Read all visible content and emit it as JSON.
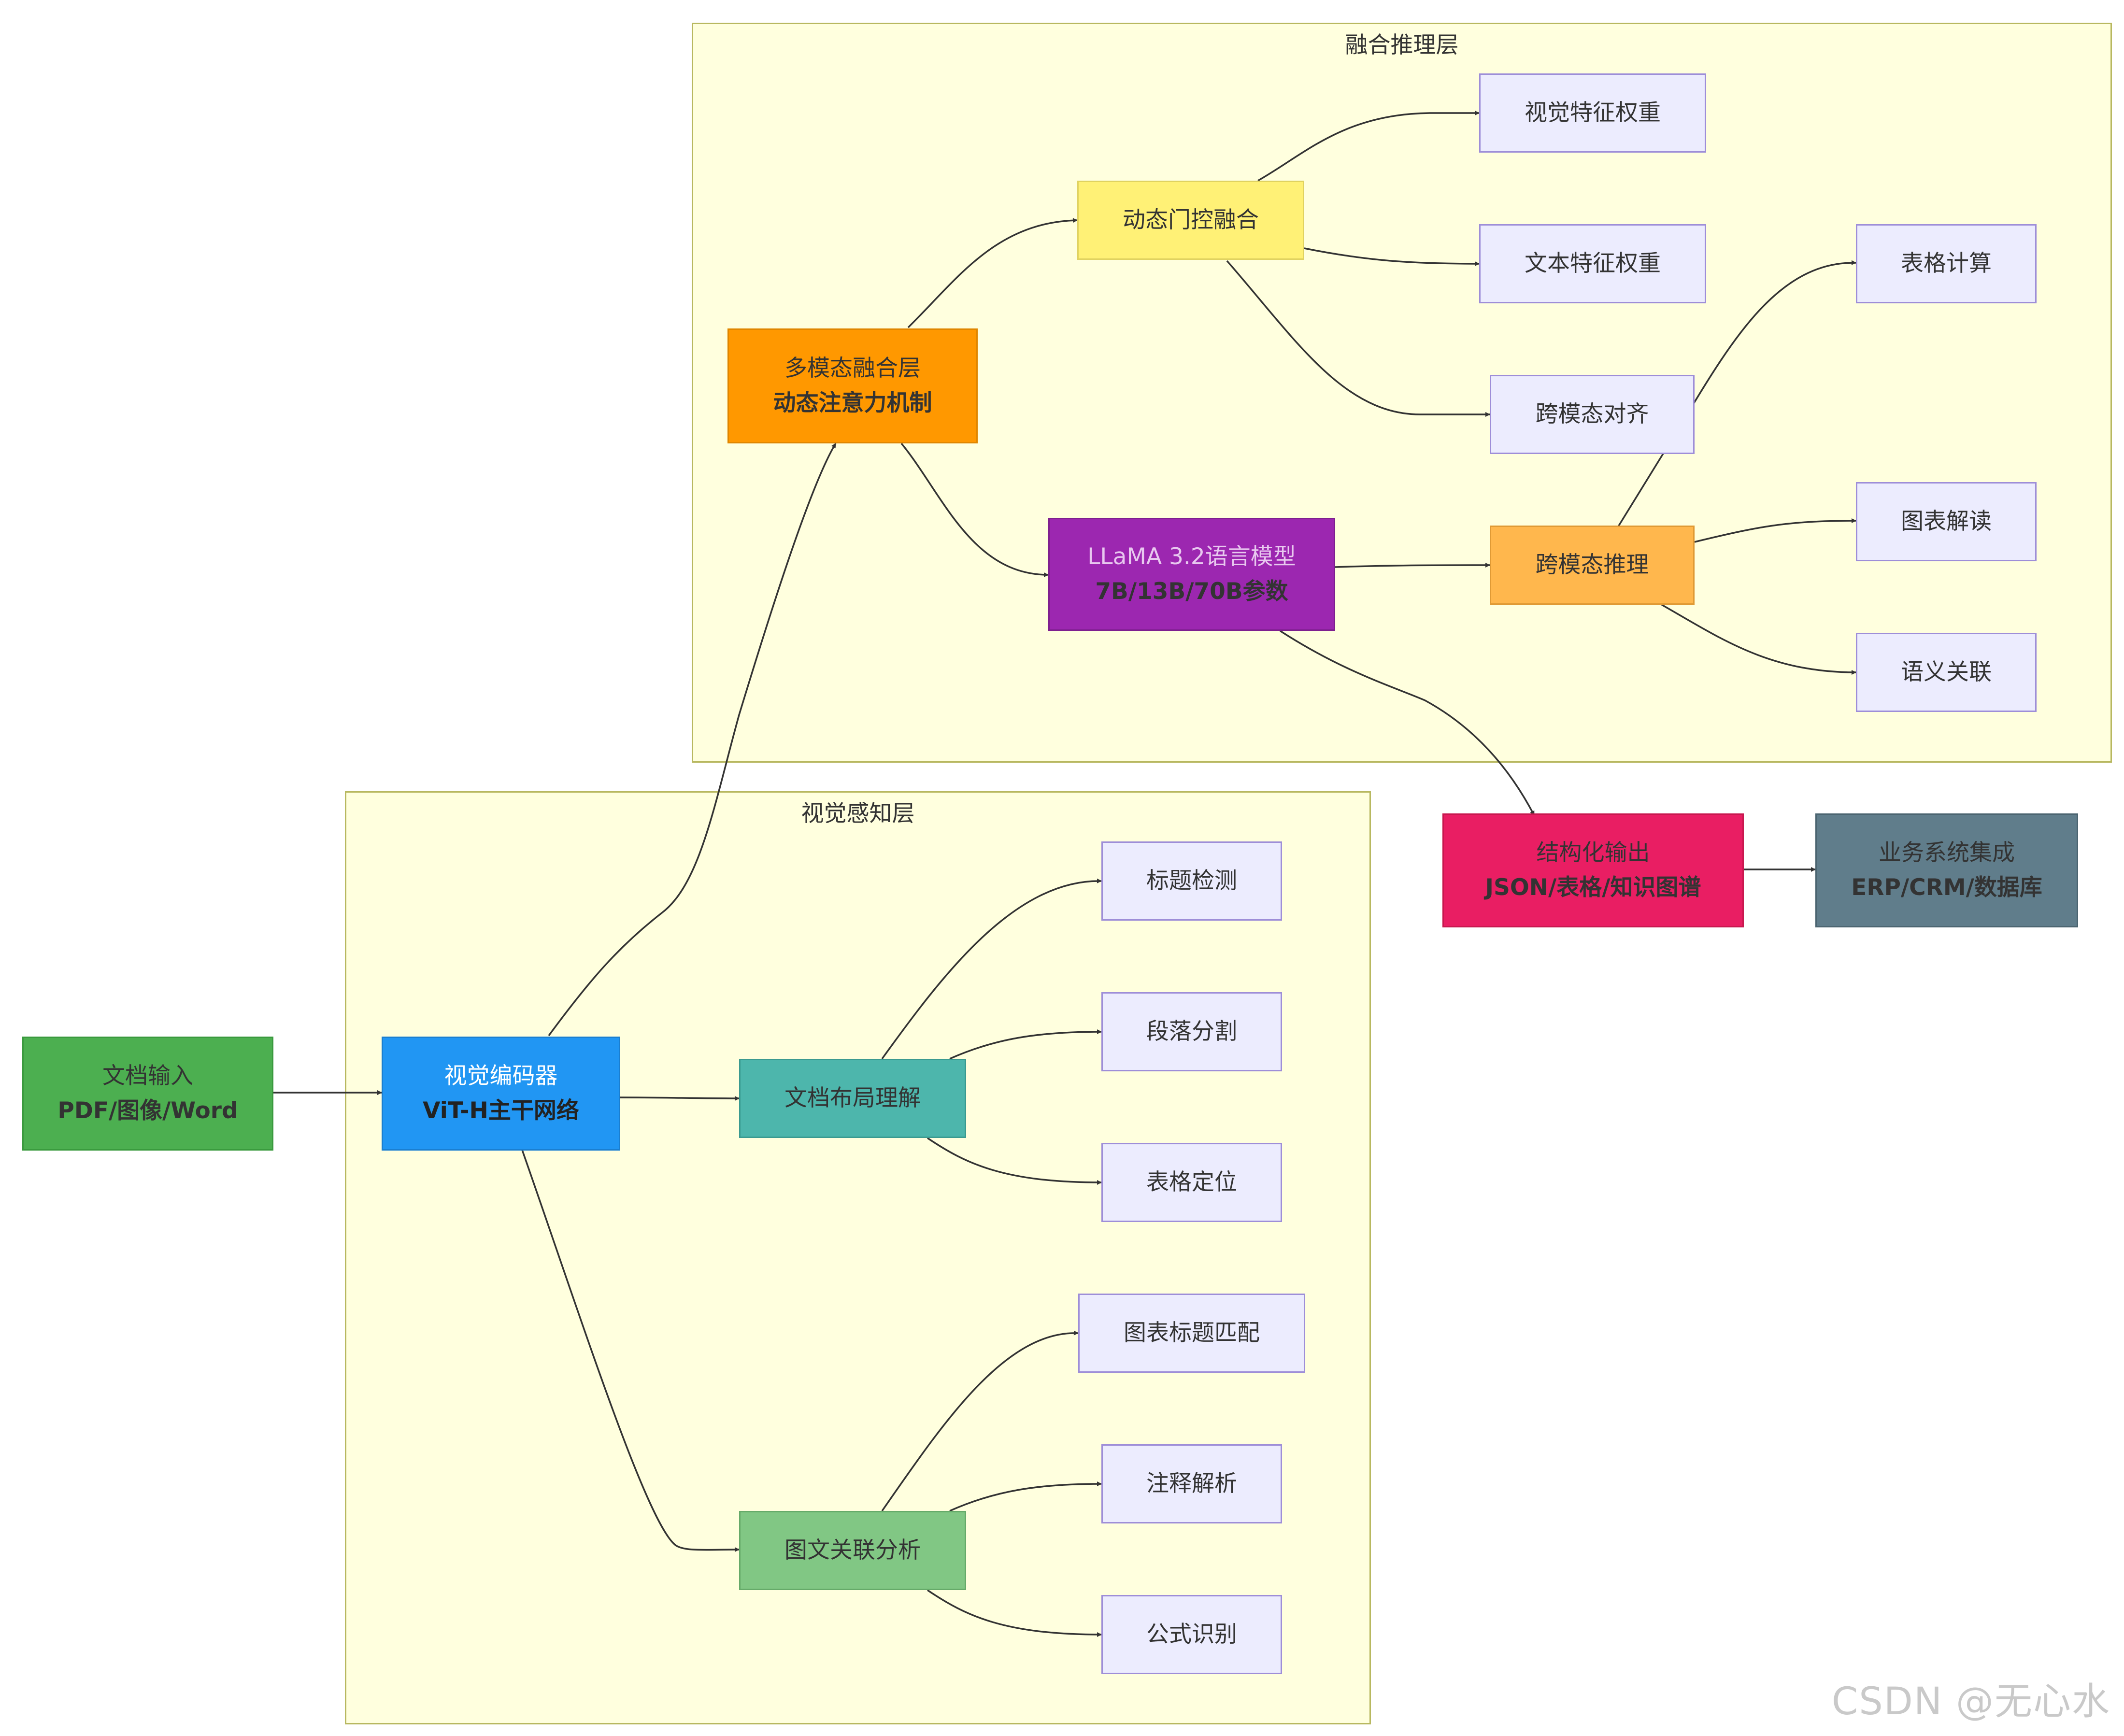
{
  "groups": {
    "fusion": {
      "title": "融合推理层"
    },
    "vision": {
      "title": "视觉感知层"
    }
  },
  "nodes": {
    "doc_input": {
      "line1": "文档输入",
      "line2": "PDF/图像/Word",
      "color": "#4caf50"
    },
    "vision_encoder": {
      "line1": "视觉编码器",
      "line2": "ViT-H主干网络",
      "color": "#2196f3"
    },
    "layout": {
      "line1": "文档布局理解",
      "color": "#4db6ac"
    },
    "img_text": {
      "line1": "图文关联分析",
      "color": "#81c784"
    },
    "title_detect": {
      "line1": "标题检测"
    },
    "paragraph": {
      "line1": "段落分割"
    },
    "table_locate": {
      "line1": "表格定位"
    },
    "chart_title": {
      "line1": "图表标题匹配"
    },
    "annotation": {
      "line1": "注释解析"
    },
    "formula": {
      "line1": "公式识别"
    },
    "multimodal": {
      "line1": "多模态融合层",
      "line2": "动态注意力机制",
      "color": "#ff9800"
    },
    "gate": {
      "line1": "动态门控融合",
      "color": "#fff176"
    },
    "llama": {
      "line1": "LLaMA 3.2语言模型",
      "line2": "7B/13B/70B参数",
      "color": "#9c27b0"
    },
    "visual_weight": {
      "line1": "视觉特征权重"
    },
    "text_weight": {
      "line1": "文本特征权重"
    },
    "cross_align": {
      "line1": "跨模态对齐"
    },
    "cross_reason": {
      "line1": "跨模态推理",
      "color": "#ffb74d"
    },
    "table_calc": {
      "line1": "表格计算"
    },
    "chart_read": {
      "line1": "图表解读"
    },
    "semantic": {
      "line1": "语义关联"
    },
    "output": {
      "line1": "结构化输出",
      "line2": "JSON/表格/知识图谱",
      "color": "#e91e63"
    },
    "business": {
      "line1": "业务系统集成",
      "line2": "ERP/CRM/数据库",
      "color": "#607d8b"
    }
  },
  "watermark": "CSDN @无心水"
}
